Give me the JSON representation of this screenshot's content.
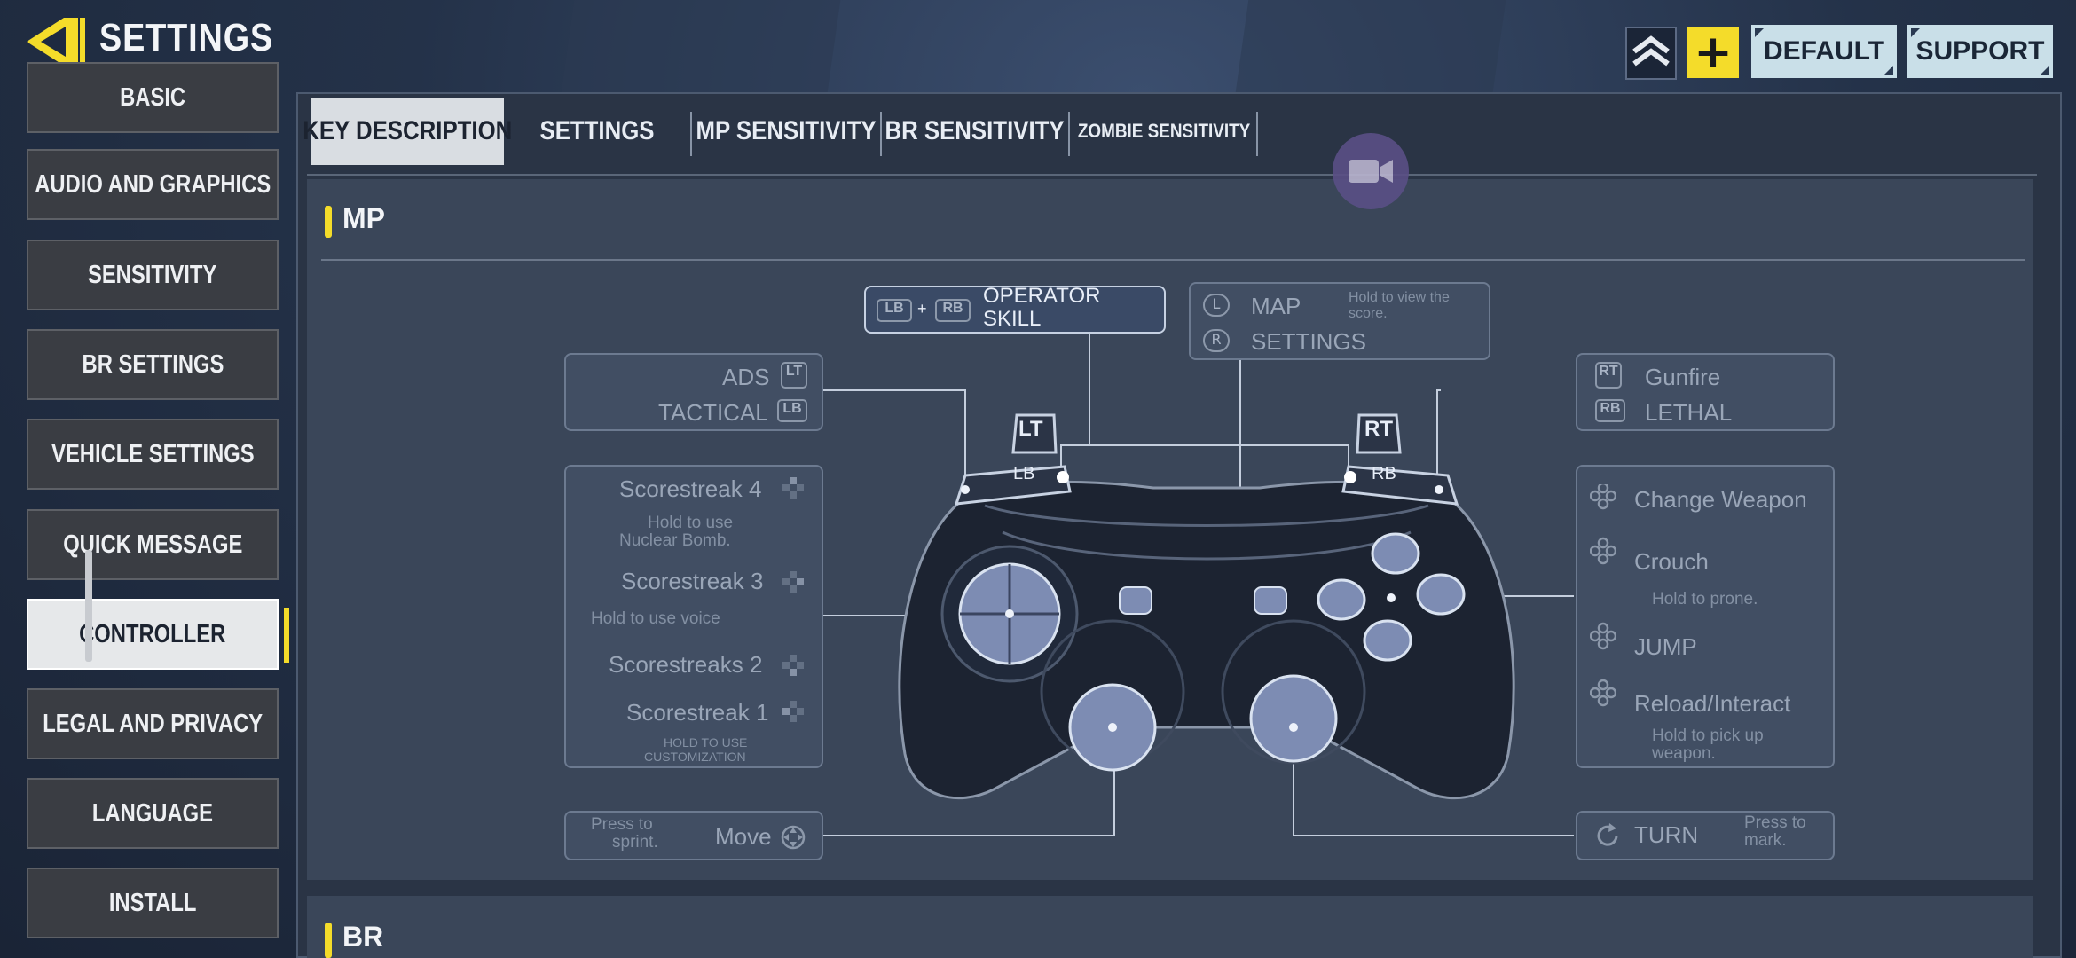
{
  "header": {
    "title": "SETTINGS",
    "default_label": "DEFAULT",
    "support_label": "SUPPORT",
    "plus_label": "+"
  },
  "sidebar": {
    "items": [
      {
        "label": "BASIC"
      },
      {
        "label": "AUDIO AND GRAPHICS"
      },
      {
        "label": "SENSITIVITY"
      },
      {
        "label": "BR SETTINGS"
      },
      {
        "label": "VEHICLE SETTINGS"
      },
      {
        "label": "QUICK MESSAGE"
      },
      {
        "label": "CONTROLLER"
      },
      {
        "label": "LEGAL AND PRIVACY"
      },
      {
        "label": "LANGUAGE"
      },
      {
        "label": "INSTALL"
      }
    ],
    "active": "CONTROLLER"
  },
  "tabs": [
    {
      "label": "KEY DESCRIPTION"
    },
    {
      "label": "SETTINGS"
    },
    {
      "label": "MP SENSITIVITY"
    },
    {
      "label": "BR SENSITIVITY"
    },
    {
      "label": "ZOMBIE SENSITIVITY"
    }
  ],
  "sections": {
    "mp": "MP",
    "br": "BR"
  },
  "controller": {
    "operator": {
      "k1": "LB",
      "plus": "+",
      "k2": "RB",
      "line1": "OPERATOR",
      "line2": "SKILL"
    },
    "mapbox": {
      "k1": "L",
      "map": "MAP",
      "map_hint_1": "Hold to view the",
      "map_hint_2": "score.",
      "k2": "R",
      "settings": "SETTINGS"
    },
    "left_trig": {
      "ads": "ADS",
      "k1": "LT",
      "tactical": "TACTICAL",
      "k2": "LB"
    },
    "right_trig": {
      "k1": "RT",
      "gunfire": "Gunfire",
      "k2": "RB",
      "lethal": "LETHAL"
    },
    "dpad": {
      "s4": "Scorestreak 4",
      "s4_hint_1": "Hold to use",
      "s4_hint_2": "Nuclear Bomb.",
      "s3": "Scorestreak 3",
      "s3_hint": "Hold to use voice",
      "s2": "Scorestreaks 2",
      "s1": "Scorestreak 1",
      "s1_hint_1": "HOLD TO USE",
      "s1_hint_2": "CUSTOMIZATION"
    },
    "face": {
      "change": "Change Weapon",
      "crouch": "Crouch",
      "crouch_hint": "Hold to prone.",
      "jump": "JUMP",
      "reload": "Reload/Interact",
      "reload_hint_1": "Hold to pick up",
      "reload_hint_2": "weapon."
    },
    "move": {
      "hint_1": "Press to",
      "hint_2": "sprint.",
      "label": "Move"
    },
    "turn": {
      "label": "TURN",
      "hint_1": "Press to",
      "hint_2": "mark."
    },
    "pad_labels": {
      "lt": "LT",
      "lb": "LB",
      "rt": "RT",
      "rb": "RB"
    }
  }
}
